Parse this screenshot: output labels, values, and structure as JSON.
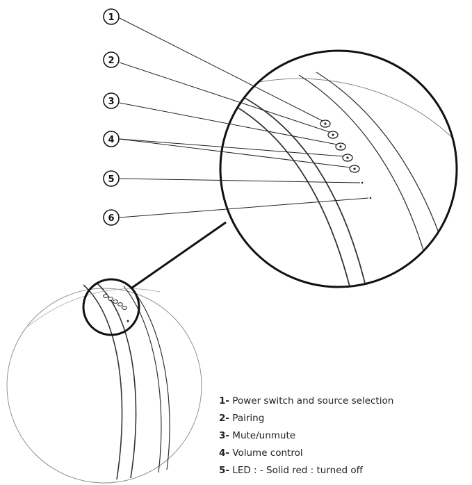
{
  "callouts": [
    {
      "id": "callout-1",
      "label": "1"
    },
    {
      "id": "callout-2",
      "label": "2"
    },
    {
      "id": "callout-3",
      "label": "3"
    },
    {
      "id": "callout-4",
      "label": "4"
    },
    {
      "id": "callout-5",
      "label": "5"
    },
    {
      "id": "callout-6",
      "label": "6"
    }
  ],
  "legend": [
    {
      "num": "1-",
      "text": "Power switch and source selection"
    },
    {
      "num": "2-",
      "text": "Pairing"
    },
    {
      "num": "3-",
      "text": "Mute/unmute"
    },
    {
      "num": "4-",
      "text": "Volume control"
    },
    {
      "num": "5-",
      "text": "LED :  - Solid red : turned off"
    }
  ],
  "colors": {
    "line": "#222222",
    "light_line": "#777777",
    "background": "#ffffff"
  }
}
